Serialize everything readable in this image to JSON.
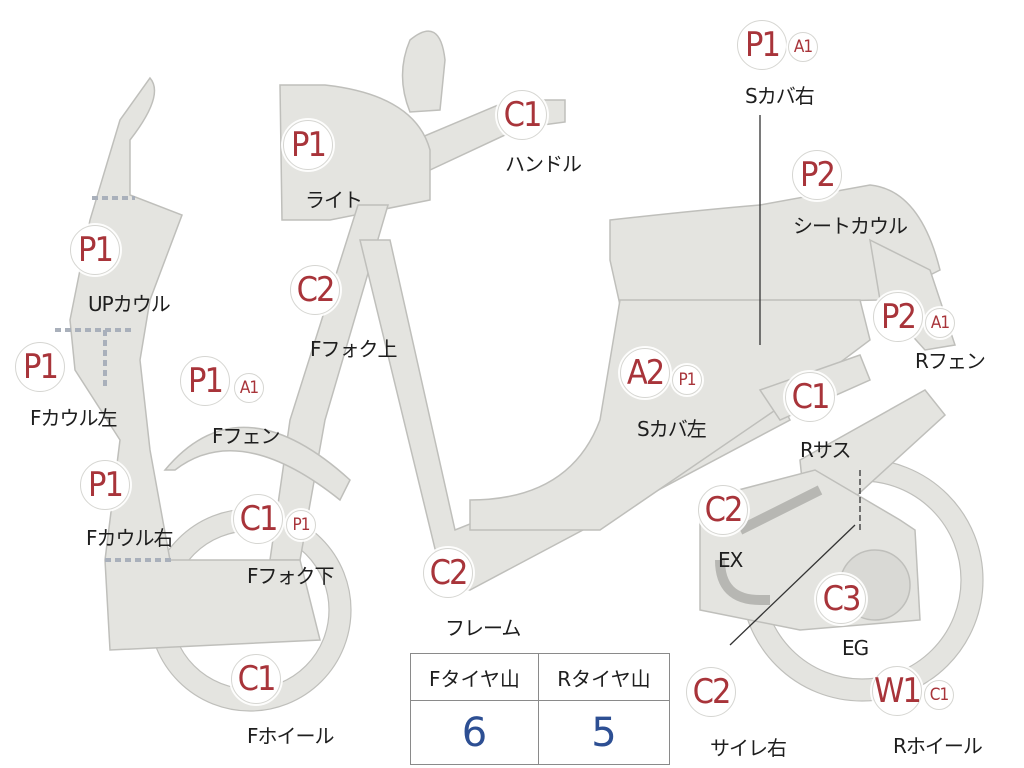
{
  "parts": [
    {
      "id": "s-cover-right",
      "label": "Sカバ右",
      "codes": [
        "P1",
        "A1"
      ]
    },
    {
      "id": "handle",
      "label": "ハンドル",
      "codes": [
        "C1"
      ]
    },
    {
      "id": "light",
      "label": "ライト",
      "codes": [
        "P1"
      ]
    },
    {
      "id": "seat-cowl",
      "label": "シートカウル",
      "codes": [
        "P2"
      ]
    },
    {
      "id": "up-cowl",
      "label": "UPカウル",
      "codes": [
        "P1"
      ]
    },
    {
      "id": "f-fork-upper",
      "label": "Fフォク上",
      "codes": [
        "C2"
      ]
    },
    {
      "id": "r-fender",
      "label": "Rフェン",
      "codes": [
        "P2",
        "A1"
      ]
    },
    {
      "id": "f-cowl-left",
      "label": "Fカウル左",
      "codes": [
        "P1"
      ]
    },
    {
      "id": "f-fender",
      "label": "Fフェン",
      "codes": [
        "P1",
        "A1"
      ]
    },
    {
      "id": "s-cover-left",
      "label": "Sカバ左",
      "codes": [
        "A2",
        "P1"
      ]
    },
    {
      "id": "r-suspension",
      "label": "Rサス",
      "codes": [
        "C1"
      ]
    },
    {
      "id": "f-cowl-right",
      "label": "Fカウル右",
      "codes": [
        "P1"
      ]
    },
    {
      "id": "f-fork-lower",
      "label": "Fフォク下",
      "codes": [
        "C1",
        "P1"
      ]
    },
    {
      "id": "exhaust",
      "label": "EX",
      "codes": [
        "C2"
      ]
    },
    {
      "id": "frame",
      "label": "フレーム",
      "codes": [
        "C2"
      ]
    },
    {
      "id": "engine",
      "label": "EG",
      "codes": [
        "C3"
      ]
    },
    {
      "id": "f-wheel",
      "label": "Fホイール",
      "codes": [
        "C1"
      ]
    },
    {
      "id": "muffler-right",
      "label": "サイレ右",
      "codes": [
        "C2"
      ]
    },
    {
      "id": "r-wheel",
      "label": "Rホイール",
      "codes": [
        "W1",
        "C1"
      ]
    }
  ],
  "tread_table": {
    "headers": [
      "Fタイヤ山",
      "Rタイヤ山"
    ],
    "values": [
      "6",
      "5"
    ]
  },
  "colors": {
    "body_fill": "#e4e4e0",
    "code_text": "#a8343a",
    "tread_value": "#2d4f93"
  }
}
